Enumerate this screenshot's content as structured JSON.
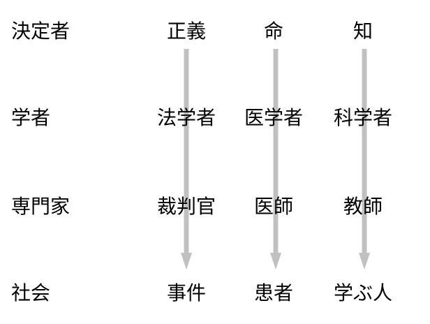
{
  "rows": [
    {
      "label": "決定者",
      "cells": [
        "正義",
        "命",
        "知"
      ]
    },
    {
      "label": "学者",
      "cells": [
        "法学者",
        "医学者",
        "科学者"
      ]
    },
    {
      "label": "専門家",
      "cells": [
        "裁判官",
        "医師",
        "教師"
      ]
    },
    {
      "label": "社会",
      "cells": [
        "事件",
        "患者",
        "学ぶ人"
      ]
    }
  ],
  "arrow_color": "#c0c0c0"
}
